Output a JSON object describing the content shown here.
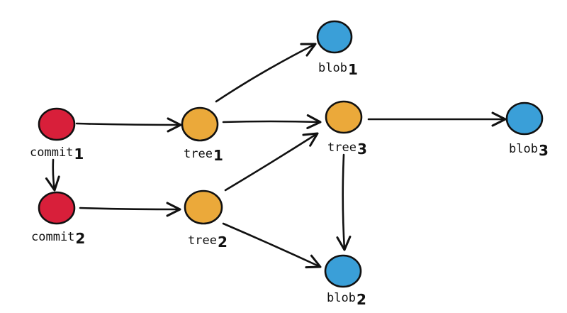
{
  "colors": {
    "commit": "#d81f3a",
    "tree": "#eba93a",
    "blob": "#3a9fd8",
    "stroke": "#111111"
  },
  "nodes": [
    {
      "id": "commit1",
      "kind": "commit",
      "label": "commit",
      "suffix": "1"
    },
    {
      "id": "commit2",
      "kind": "commit",
      "label": "commit",
      "suffix": "2"
    },
    {
      "id": "tree1",
      "kind": "tree",
      "label": "tree",
      "suffix": "1"
    },
    {
      "id": "tree2",
      "kind": "tree",
      "label": "tree",
      "suffix": "2"
    },
    {
      "id": "tree3",
      "kind": "tree",
      "label": "tree",
      "suffix": "3"
    },
    {
      "id": "blob1",
      "kind": "blob",
      "label": "blob",
      "suffix": "1"
    },
    {
      "id": "blob2",
      "kind": "blob",
      "label": "blob",
      "suffix": "2"
    },
    {
      "id": "blob3",
      "kind": "blob",
      "label": "blob",
      "suffix": "3"
    }
  ],
  "edges": [
    {
      "from": "commit1",
      "to": "tree1"
    },
    {
      "from": "commit1",
      "to": "commit2"
    },
    {
      "from": "commit2",
      "to": "tree2"
    },
    {
      "from": "tree1",
      "to": "blob1"
    },
    {
      "from": "tree1",
      "to": "tree3"
    },
    {
      "from": "tree2",
      "to": "tree3"
    },
    {
      "from": "tree2",
      "to": "blob2"
    },
    {
      "from": "tree3",
      "to": "blob3"
    },
    {
      "from": "tree3",
      "to": "blob2"
    }
  ]
}
